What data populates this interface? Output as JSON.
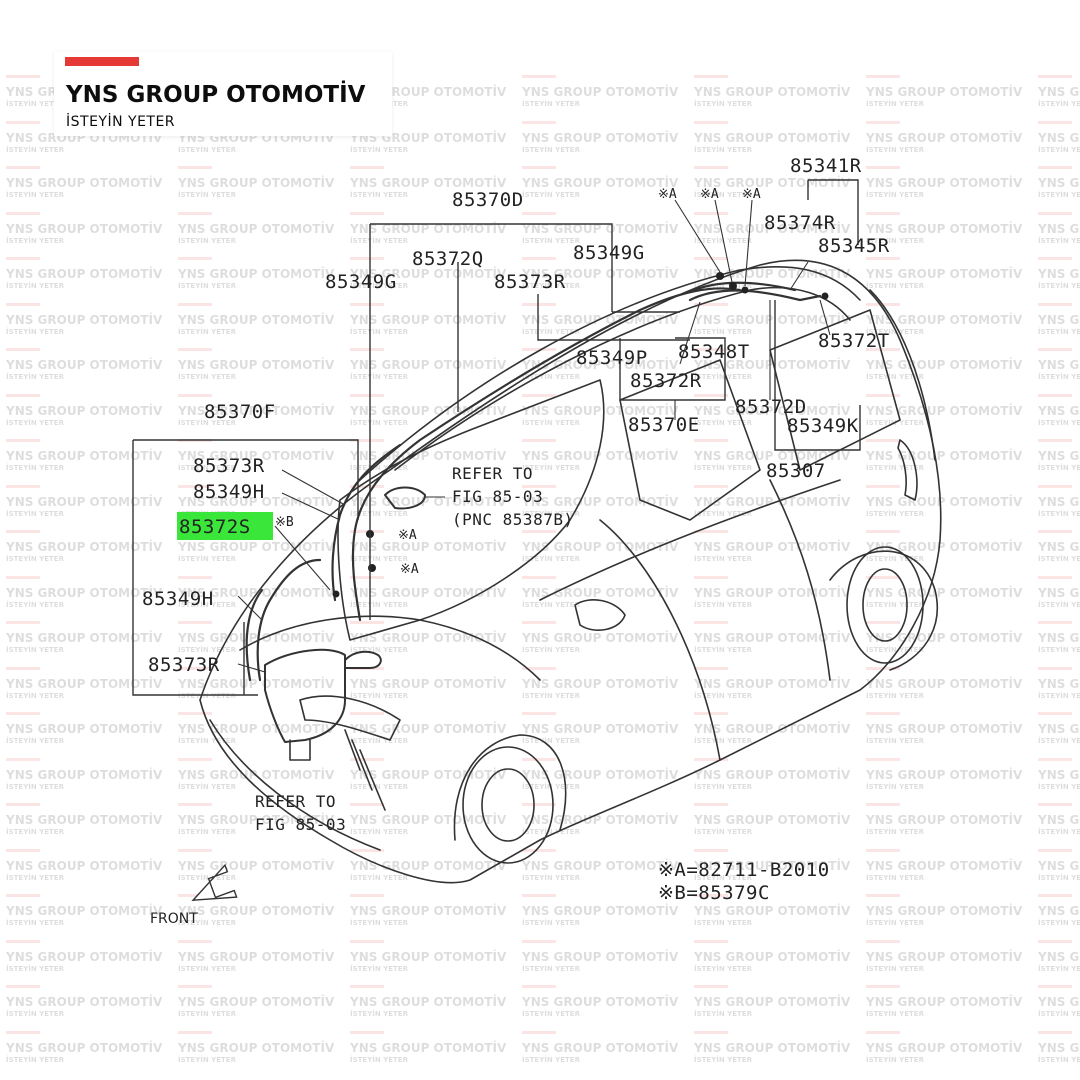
{
  "brand": {
    "name": "YNS GROUP OTOMOTİV",
    "tagline": "İSTEYİN YETER",
    "accent_color": "#e53935"
  },
  "diagram": {
    "highlight_color": "#39e639",
    "part_labels": {
      "p85370D": "85370D",
      "p85349G_left": "85349G",
      "p85372Q": "85372Q",
      "p85373R_top": "85373R",
      "p85349G_right": "85349G",
      "p85341R": "85341R",
      "p85374R": "85374R",
      "p85345R": "85345R",
      "p85372T": "85372T",
      "p85349P": "85349P",
      "p85348T": "85348T",
      "p85372R": "85372R",
      "p85370E": "85370E",
      "p85372D": "85372D",
      "p85349K": "85349K",
      "p85307": "85307",
      "p85370F": "85370F",
      "p85373R_left": "85373R",
      "p85349H_left": "85349H",
      "p85372S": "85372S",
      "p85349H_low": "85349H",
      "p85373R_low": "85373R"
    },
    "clip_markers": {
      "a1": "※A",
      "a2": "※A",
      "a3": "※A",
      "a4": "※A",
      "a5": "※A",
      "b1": "※B"
    },
    "refer_notes": {
      "upper_line1": "REFER TO",
      "upper_line2": "FIG 85-03",
      "upper_line3": "(PNC 85387B)",
      "lower_line1": "REFER TO",
      "lower_line2": "FIG 85-03"
    },
    "legend": {
      "a": "※A=82711-B2010",
      "b": "※B=85379C"
    },
    "front_label": "FRONT"
  }
}
